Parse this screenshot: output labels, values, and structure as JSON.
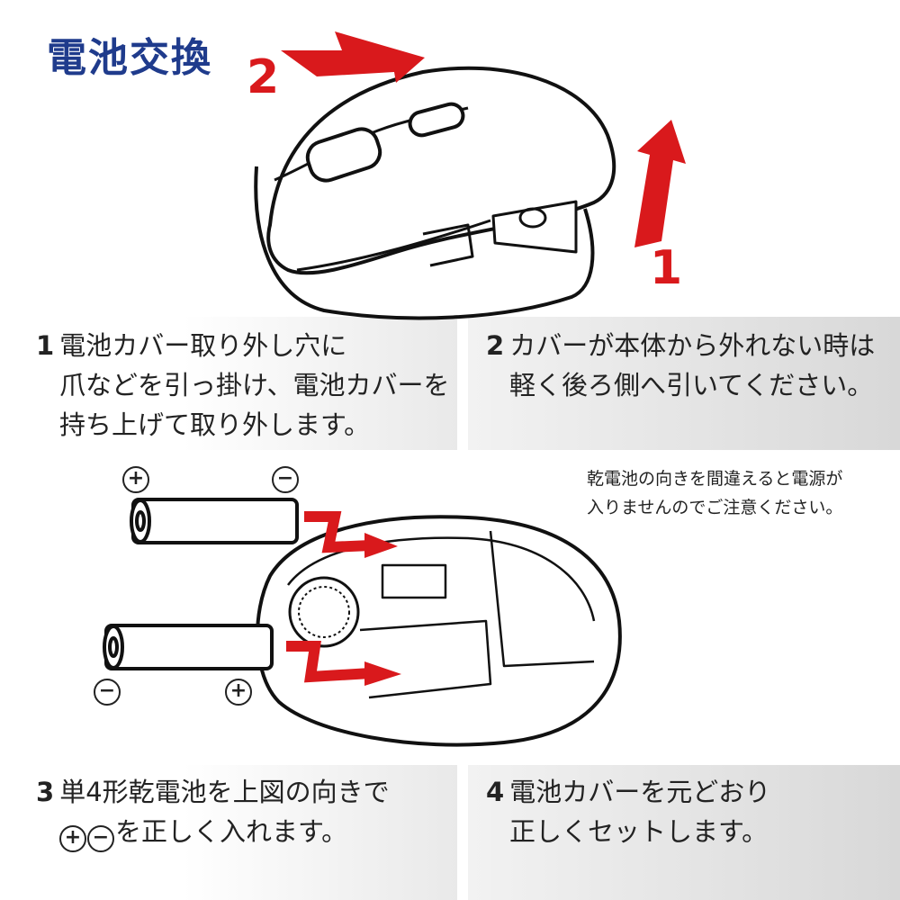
{
  "title": "電池交換",
  "arrow_labels": {
    "one": "1",
    "two": "2"
  },
  "steps": [
    {
      "num": "1",
      "lines": [
        "電池カバー取り外し穴に",
        "爪などを引っ掛け、電池カバーを",
        "持ち上げて取り外します。"
      ]
    },
    {
      "num": "2",
      "lines": [
        "カバーが本体から外れない時は",
        "軽く後ろ側へ引いてください。"
      ]
    },
    {
      "num": "3",
      "lines": [
        "単4形乾電池を上図の向きで",
        "を正しく入れます。"
      ],
      "plus": "+",
      "minus": "−"
    },
    {
      "num": "4",
      "lines": [
        "電池カバーを元どおり",
        "正しくセットします。"
      ]
    }
  ],
  "note": [
    "乾電池の向きを間違えると電源が",
    "入りませんのでご注意ください。"
  ],
  "battery_signs": {
    "plus": "+",
    "minus": "−"
  },
  "colors": {
    "title": "#1f3b8c",
    "arrow": "#d9191c"
  }
}
